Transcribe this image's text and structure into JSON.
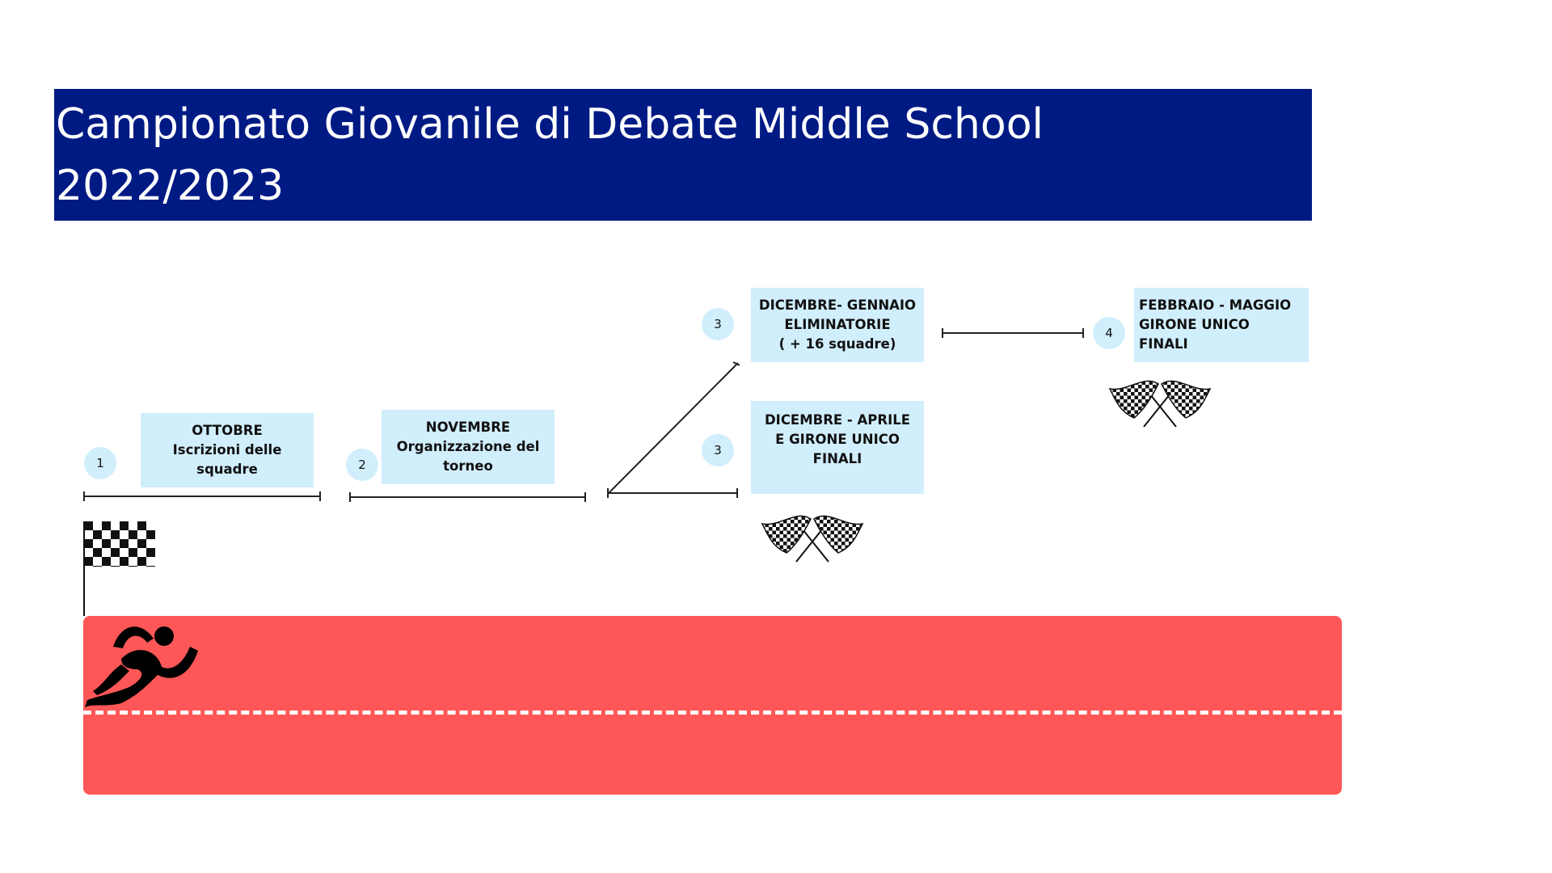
{
  "header": {
    "title_line1": "Campionato Giovanile di Debate Middle School",
    "title_line2": "2022/2023"
  },
  "steps": [
    {
      "number": "1",
      "lines": [
        "OTTOBRE",
        "Iscrizioni delle",
        "squadre"
      ]
    },
    {
      "number": "2",
      "lines": [
        "NOVEMBRE",
        "Organizzazione del",
        "torneo"
      ]
    },
    {
      "number": "3",
      "lines": [
        "DICEMBRE- GENNAIO",
        "ELIMINATORIE",
        "( + 16 squadre)"
      ]
    },
    {
      "number": "3",
      "lines": [
        "DICEMBRE - APRILE",
        "E GIRONE UNICO",
        "FINALI"
      ]
    },
    {
      "number": "4",
      "lines": [
        "FEBBRAIO - MAGGIO",
        "GIRONE UNICO",
        "FINALI"
      ]
    }
  ],
  "icons": {
    "start": "checkered-flag-icon",
    "finish": "crossed-checkered-flags-icon",
    "runner": "runner-icon"
  },
  "colors": {
    "banner": "#001A84",
    "box": "#D1EEFC",
    "track": "#FF5757",
    "line": "#222222"
  }
}
